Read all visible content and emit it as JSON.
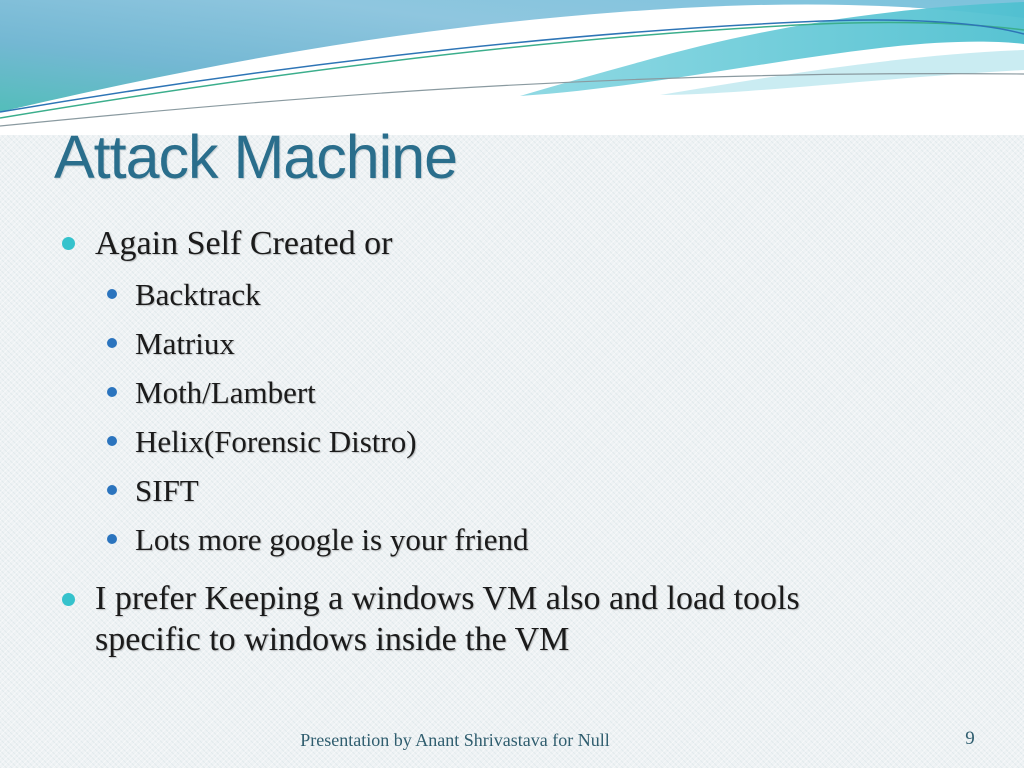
{
  "slide": {
    "title": "Attack Machine",
    "bullets": [
      {
        "level": 1,
        "text": "Again Self Created or"
      },
      {
        "level": 2,
        "text": "Backtrack"
      },
      {
        "level": 2,
        "text": "Matriux"
      },
      {
        "level": 2,
        "text": "Moth/Lambert"
      },
      {
        "level": 2,
        "text": "Helix(Forensic Distro)"
      },
      {
        "level": 2,
        "text": "SIFT"
      },
      {
        "level": 2,
        "text": "Lots more google is your friend"
      },
      {
        "level": 1,
        "text": "I prefer Keeping a windows VM also and load tools specific to windows inside the VM"
      }
    ],
    "footer": {
      "text": "Presentation by Anant Shrivastava for Null",
      "page_number": "9"
    },
    "colors": {
      "title": "#2A6E8C",
      "body_text": "#1B1B1B",
      "bullet_level1": "#35C2CC",
      "bullet_level2": "#2B74BE",
      "footer_text": "#2F5D6E",
      "wave_teal": "#55C1CE",
      "wave_blue": "#84BCD9",
      "background": "#EEF2F4"
    },
    "icons": {
      "bullet_level1": "round-dot",
      "bullet_level2": "round-dot"
    }
  }
}
